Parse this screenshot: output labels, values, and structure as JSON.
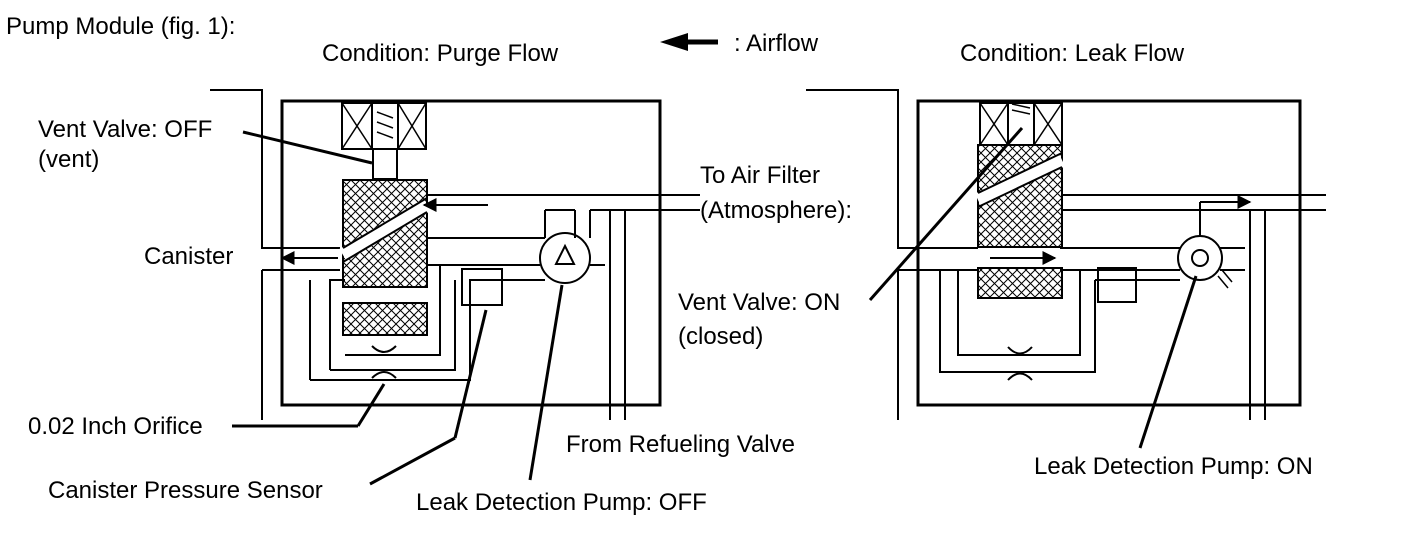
{
  "title": "Pump Module (fig. 1):",
  "legend": {
    "airflow_label": ": Airflow",
    "arrow_icon": "left-arrow-icon"
  },
  "left_panel": {
    "condition": "Condition: Purge Flow",
    "labels": {
      "vent_valve_1": "Vent Valve: OFF",
      "vent_valve_2": "(vent)",
      "canister": "Canister",
      "orifice": "0.02 Inch Orifice",
      "pressure_sensor": "Canister Pressure Sensor",
      "pump": "Leak Detection Pump: OFF",
      "to_air_filter_1": "To Air Filter",
      "to_air_filter_2": "(Atmosphere):",
      "from_refueling": "From Refueling Valve"
    }
  },
  "right_panel": {
    "condition": "Condition: Leak Flow",
    "labels": {
      "vent_valve_1": "Vent Valve: ON",
      "vent_valve_2": "(closed)",
      "pump": "Leak Detection Pump: ON"
    }
  },
  "colors": {
    "line": "#000000",
    "background": "#ffffff"
  }
}
